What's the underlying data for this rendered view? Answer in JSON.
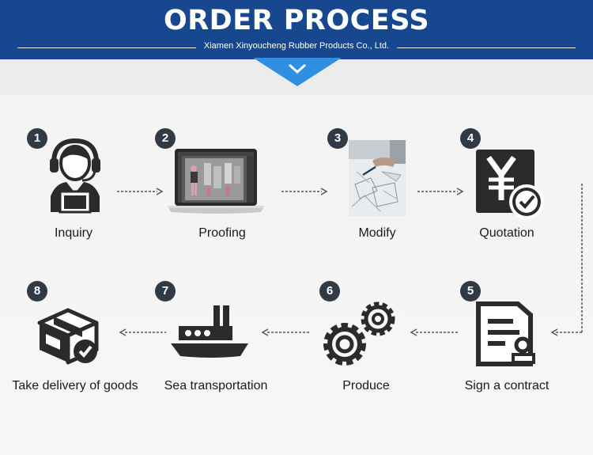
{
  "header": {
    "title": "ORDER PROCESS",
    "company": "Xiamen Xinyoucheng Rubber Products Co., Ltd."
  },
  "colors": {
    "banner": "#17488f",
    "chevron": "#2f8fe0",
    "badge": "#2f3a45",
    "icon": "#2b2b2b"
  },
  "steps": [
    {
      "num": "1",
      "label": "Inquiry",
      "icon": "customer-service-icon"
    },
    {
      "num": "2",
      "label": "Proofing",
      "icon": "laptop-design-icon"
    },
    {
      "num": "3",
      "label": "Modify",
      "icon": "sketch-photo"
    },
    {
      "num": "4",
      "label": "Quotation",
      "icon": "yen-check-icon"
    },
    {
      "num": "5",
      "label": "Sign a contract",
      "icon": "contract-stamp-icon"
    },
    {
      "num": "6",
      "label": "Produce",
      "icon": "gears-icon"
    },
    {
      "num": "7",
      "label": "Sea transportation",
      "icon": "ship-icon"
    },
    {
      "num": "8",
      "label": "Take delivery of goods",
      "icon": "package-check-icon"
    }
  ]
}
